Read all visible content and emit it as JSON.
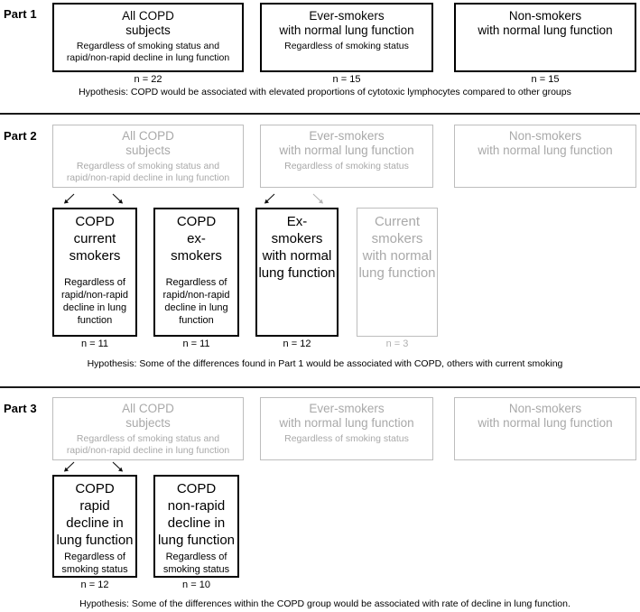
{
  "figure": {
    "title": "Study design flow diagram — COPD subject groups by part"
  },
  "parts": [
    {
      "label": "Part 1",
      "top_boxes": [
        {
          "title": "All COPD\nsubjects",
          "sub": "Regardless of smoking status and\nrapid/non-rapid decline in lung function",
          "n": "n = 22",
          "state": "active"
        },
        {
          "title": "Ever-smokers\nwith normal lung function",
          "sub": "Regardless of smoking status",
          "n": "n = 15",
          "state": "active"
        },
        {
          "title": "Non-smokers\nwith normal lung function",
          "sub": "",
          "n": "n = 15",
          "state": "active"
        }
      ],
      "sub_boxes": [],
      "hypothesis": "Hypothesis: COPD would be associated with elevated proportions of cytotoxic lymphocytes compared to other groups"
    },
    {
      "label": "Part 2",
      "top_boxes": [
        {
          "title": "All COPD\nsubjects",
          "sub": "Regardless of smoking status and\nrapid/non-rapid decline in lung function",
          "n": "",
          "state": "dimmed"
        },
        {
          "title": "Ever-smokers\nwith normal lung function",
          "sub": "Regardless of smoking status",
          "n": "",
          "state": "dimmed"
        },
        {
          "title": "Non-smokers\nwith normal lung function",
          "sub": "",
          "n": "",
          "state": "dimmed"
        }
      ],
      "sub_boxes": [
        {
          "title": "COPD\ncurrent\nsmokers",
          "sub": "Regardless of\nrapid/non-rapid\ndecline in lung\nfunction",
          "n": "n = 11",
          "state": "active",
          "arrow": "down-left"
        },
        {
          "title": "COPD\nex-\nsmokers",
          "sub": "Regardless of\nrapid/non-rapid\ndecline in lung\nfunction",
          "n": "n = 11",
          "state": "active",
          "arrow": "down-right"
        },
        {
          "title": "Ex-\nsmokers\nwith normal\nlung function",
          "sub": "",
          "n": "n = 12",
          "state": "active",
          "arrow": "down-left"
        },
        {
          "title": "Current\nsmokers\nwith normal\nlung function",
          "sub": "",
          "n": "n = 3",
          "state": "dimmed",
          "arrow": "down-right"
        }
      ],
      "hypothesis": "Hypothesis: Some of the differences found in Part 1 would be associated with COPD, others with current smoking"
    },
    {
      "label": "Part 3",
      "top_boxes": [
        {
          "title": "All COPD\nsubjects",
          "sub": "Regardless of smoking status and\nrapid/non-rapid decline in lung function",
          "n": "",
          "state": "dimmed"
        },
        {
          "title": "Ever-smokers\nwith normal lung function",
          "sub": "Regardless of smoking status",
          "n": "",
          "state": "dimmed"
        },
        {
          "title": "Non-smokers\nwith normal lung function",
          "sub": "",
          "n": "",
          "state": "dimmed"
        }
      ],
      "sub_boxes": [
        {
          "title": "COPD\nrapid\ndecline in\nlung function",
          "sub": "Regardless of\nsmoking status",
          "n": "n = 12",
          "state": "active",
          "arrow": "down-left"
        },
        {
          "title": "COPD\nnon-rapid\ndecline in\nlung function",
          "sub": "Regardless of\nsmoking status",
          "n": "n = 10",
          "state": "active",
          "arrow": "down-right"
        }
      ],
      "hypothesis": "Hypothesis: Some of the differences within the COPD group would be associated with rate of decline in lung function."
    }
  ],
  "colors": {
    "active_border": "#000000",
    "active_text": "#000000",
    "dimmed_border": "#bdbdbd",
    "dimmed_text": "#a9a9a9",
    "divider": "#1a1a1a"
  }
}
